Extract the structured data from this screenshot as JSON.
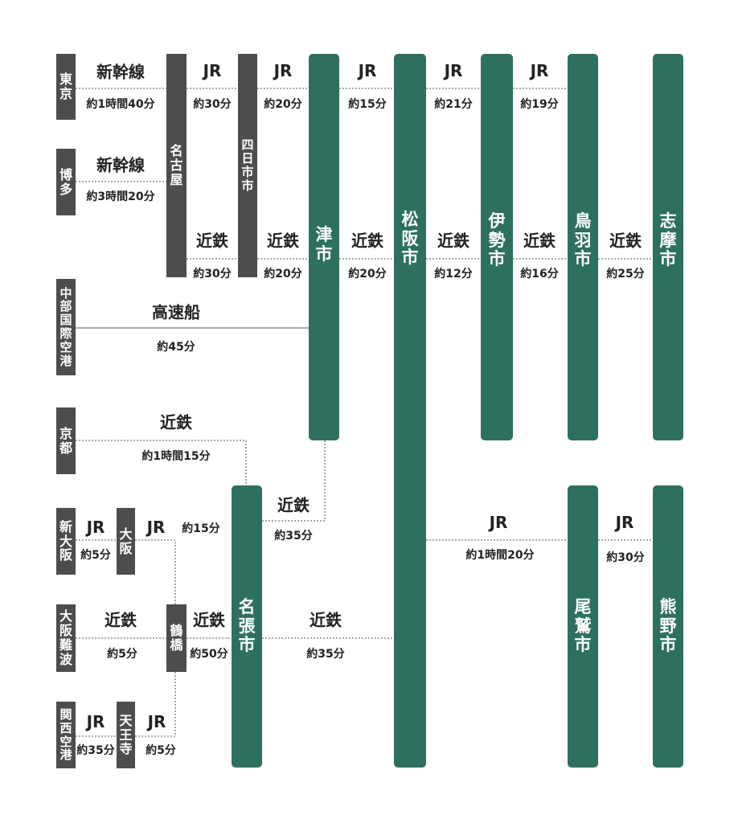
{
  "colors": {
    "station_gray": "#4d4d4d",
    "city_green": "#2e7060",
    "line": "#777777"
  },
  "origins": {
    "tokyo": "東京",
    "hakata": "博多",
    "chubu_airport": "中部国際空港",
    "kyoto": "京都",
    "shin_osaka": "新大阪",
    "osaka_namba": "大阪難波",
    "kansai_airport": "関西空港"
  },
  "transfers": {
    "nagoya": "名古屋",
    "yokkaichi": "四日市市",
    "osaka": "大阪",
    "tsuruhashi": "鶴橋",
    "tennoji": "天王寺"
  },
  "cities": {
    "tsu": "津市",
    "matsusaka": "松阪市",
    "ise": "伊勢市",
    "toba": "鳥羽市",
    "shima": "志摩市",
    "nabari": "名張市",
    "owase": "尾鷲市",
    "kumano": "熊野市"
  },
  "routes": [
    {
      "mode": "新幹線",
      "time": "約1時間40分"
    },
    {
      "mode": "新幹線",
      "time": "約3時間20分"
    },
    {
      "mode": "JR",
      "time": "約30分"
    },
    {
      "mode": "JR",
      "time": "約20分"
    },
    {
      "mode": "JR",
      "time": "約15分"
    },
    {
      "mode": "JR",
      "time": "約21分"
    },
    {
      "mode": "JR",
      "time": "約19分"
    },
    {
      "mode": "近鉄",
      "time": "約30分"
    },
    {
      "mode": "近鉄",
      "time": "約20分"
    },
    {
      "mode": "近鉄",
      "time": "約20分"
    },
    {
      "mode": "近鉄",
      "time": "約12分"
    },
    {
      "mode": "近鉄",
      "time": "約16分"
    },
    {
      "mode": "近鉄",
      "time": "約25分"
    },
    {
      "mode": "高速船",
      "time": "約45分"
    },
    {
      "mode": "近鉄",
      "time": "約1時間15分"
    },
    {
      "mode": "近鉄",
      "time": "約35分"
    },
    {
      "mode": "JR",
      "time": "約5分"
    },
    {
      "mode": "JR",
      "time": "約15分"
    },
    {
      "mode": "近鉄",
      "time": "約5分"
    },
    {
      "mode": "近鉄",
      "time": "約50分"
    },
    {
      "mode": "近鉄",
      "time": "約35分"
    },
    {
      "mode": "JR",
      "time": "約35分"
    },
    {
      "mode": "JR",
      "time": "約5分"
    },
    {
      "mode": "JR",
      "time": "約1時間20分"
    },
    {
      "mode": "JR",
      "time": "約30分"
    }
  ]
}
